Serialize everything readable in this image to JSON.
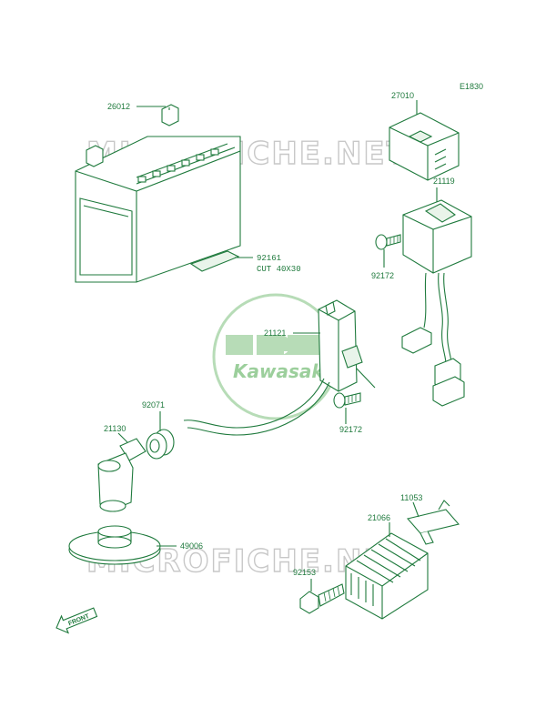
{
  "diagram_code": "E1830",
  "watermark_text": "MICROFICHE.NET",
  "logo_text": "Kawasaki",
  "front_label": "FRONT",
  "parts": {
    "p26012": "26012",
    "p27010": "27010",
    "p21119": "21119",
    "p92161": "92161",
    "cut_note": "CUT 40X30",
    "p92172_a": "92172",
    "p21121": "21121",
    "p92071": "92071",
    "p21130": "21130",
    "p92172_b": "92172",
    "p11053": "11053",
    "p21066": "21066",
    "p49006": "49006",
    "p92153": "92153"
  },
  "colors": {
    "line": "#1f7a3d",
    "watermark": "#c8c8c8",
    "logo": "#9ccf9c"
  }
}
